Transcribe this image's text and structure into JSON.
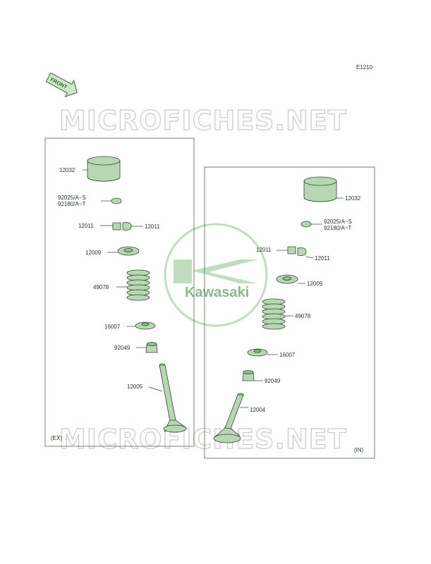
{
  "diagram_code": "E1210",
  "front_label": "FRONT",
  "watermark_text": "MICROFICHES.NET",
  "brand": {
    "name": "Kawasaki",
    "color": "#2f7d36"
  },
  "colors": {
    "part_fill": "#b7d6b2",
    "part_stroke": "#2c4a2c",
    "watermark_stroke": "#c9c9c9"
  },
  "exhaust_panel": {
    "tag": "(EX)",
    "labels": {
      "bucket": "12032",
      "shim_a": "92025/A~S",
      "shim_b": "92180/A~T",
      "keeper_left": "12011",
      "keeper_right": "12011",
      "retainer": "12009",
      "spring": "49078",
      "spring_seat": "16007",
      "stem_seal": "92049",
      "valve": "12005"
    }
  },
  "intake_panel": {
    "tag": "(IN)",
    "labels": {
      "bucket": "12032",
      "shim_a": "92025/A~S",
      "shim_b": "92180/A~T",
      "keeper_left": "12011",
      "keeper_right": "12011",
      "retainer": "12009",
      "spring": "49078",
      "spring_seat": "16007",
      "stem_seal": "92049",
      "valve": "12004"
    }
  }
}
